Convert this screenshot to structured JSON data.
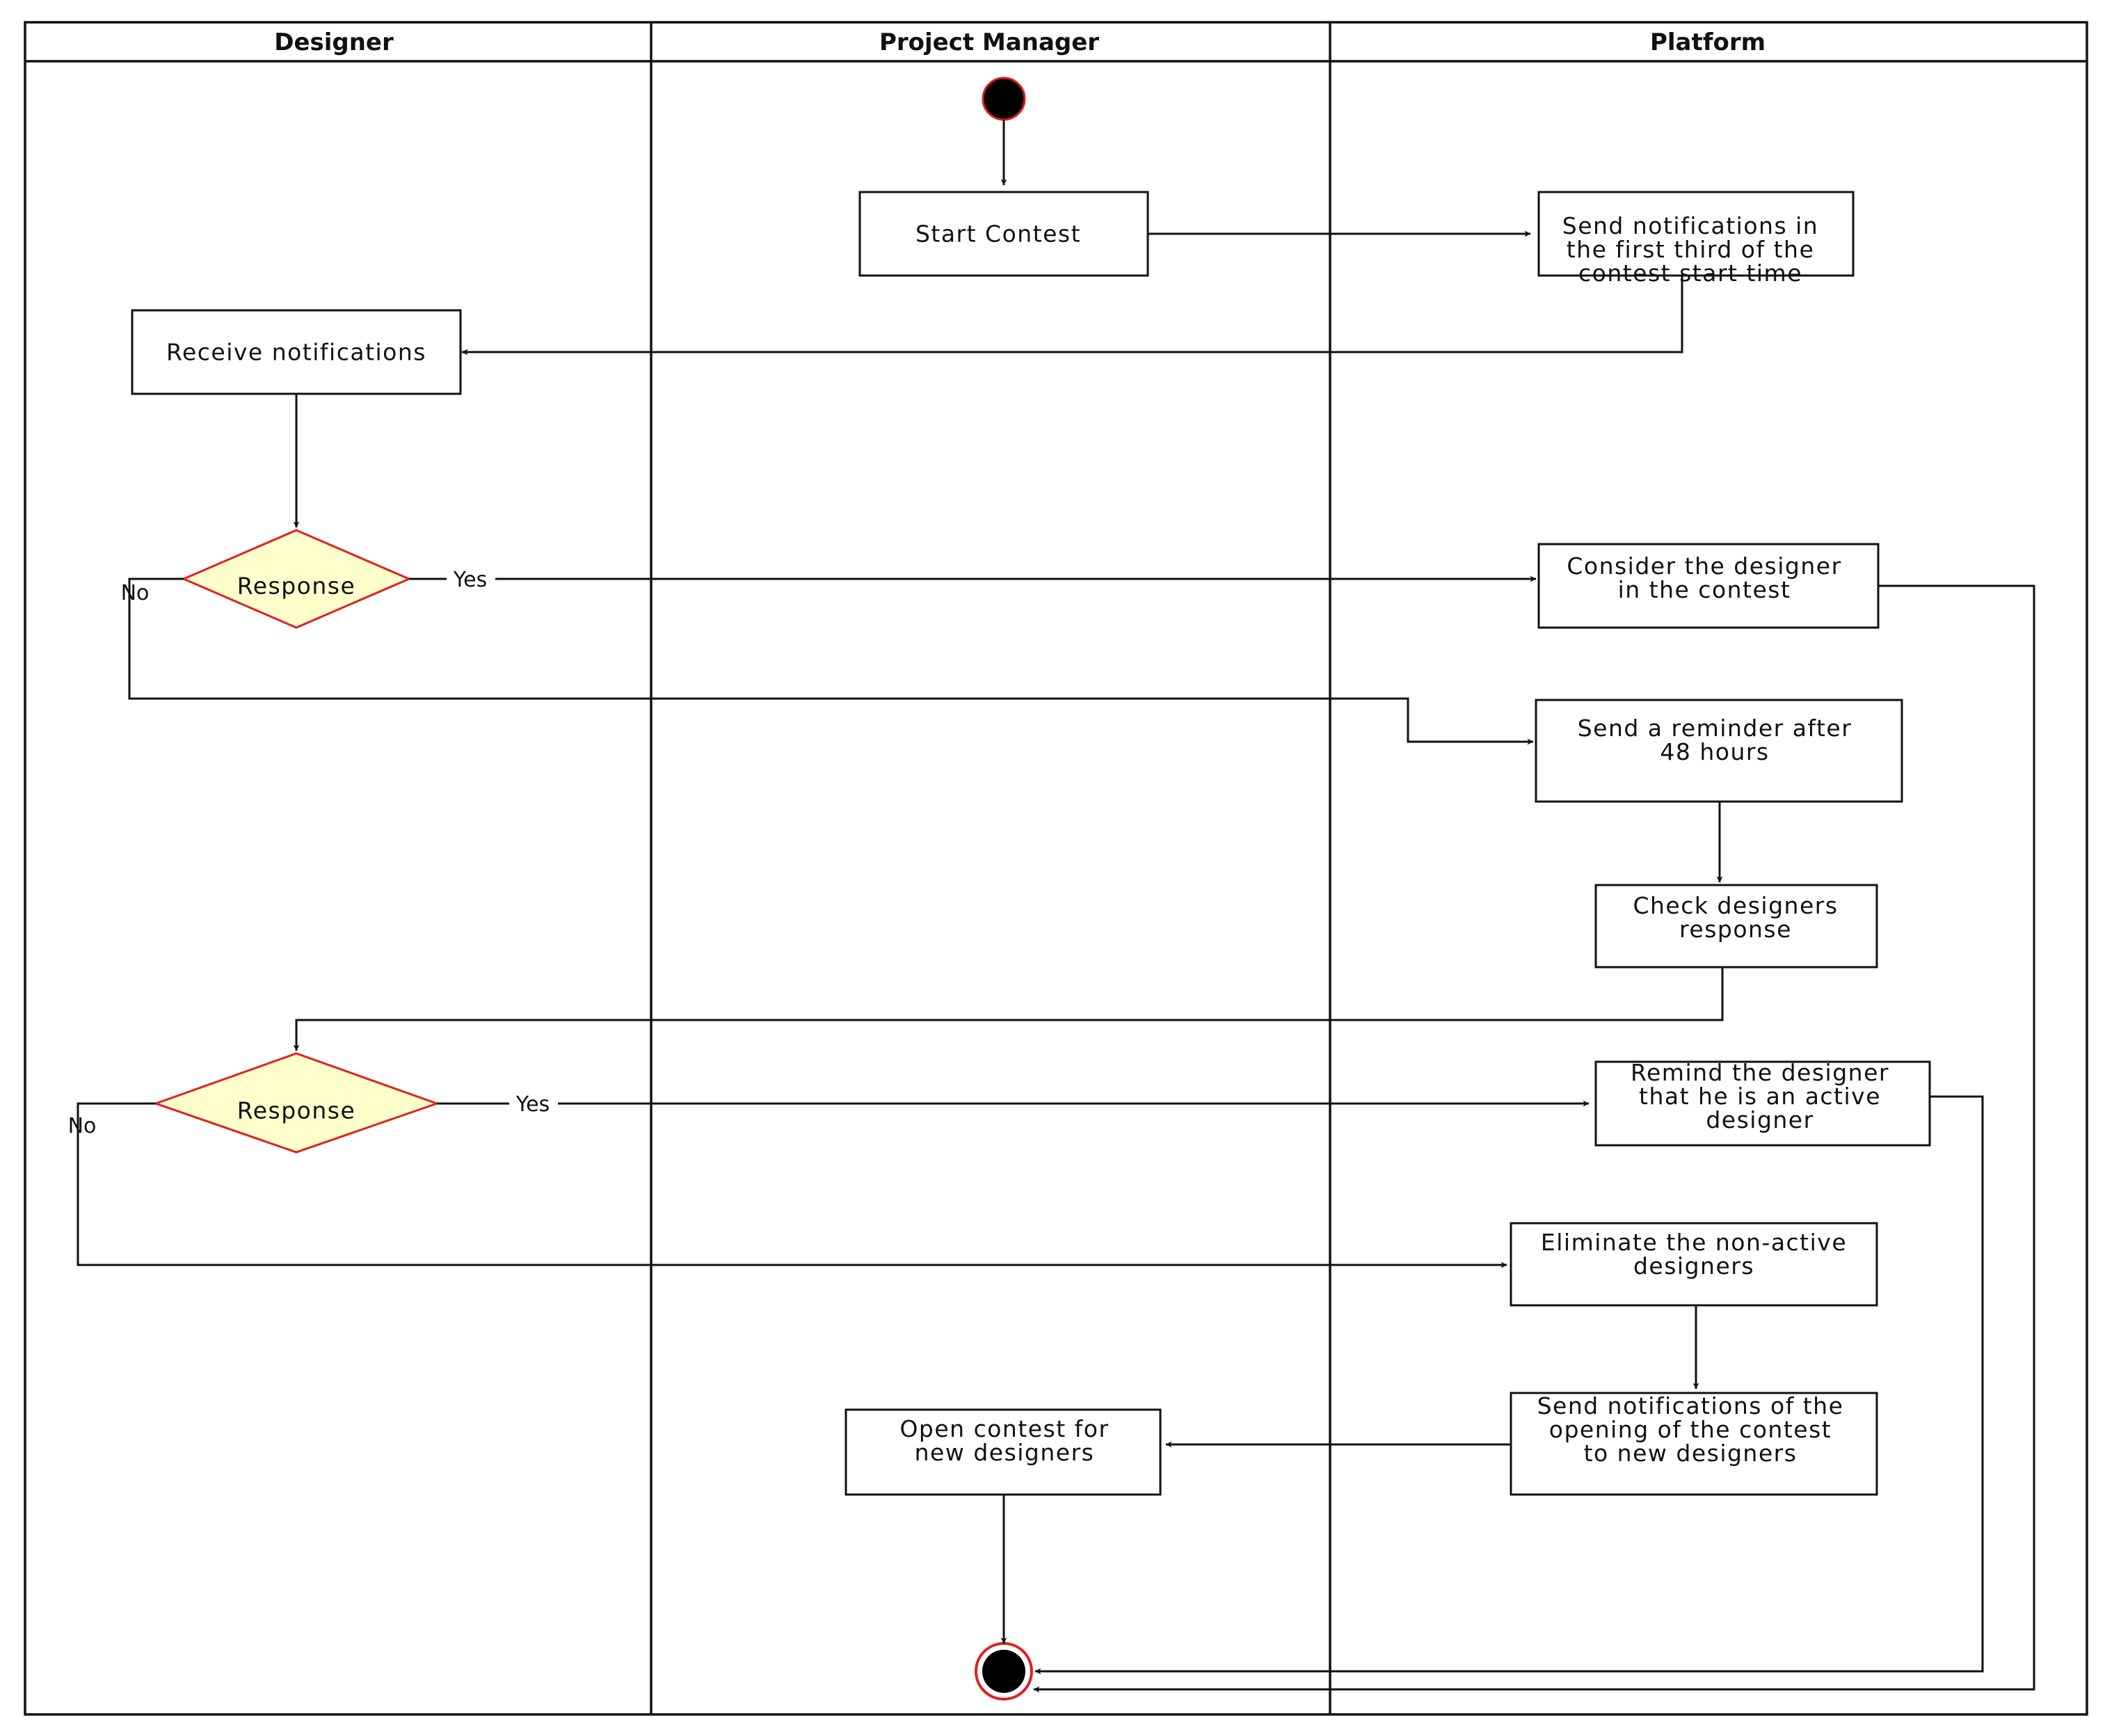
{
  "lanes": {
    "designer": "Designer",
    "project_manager": "Project Manager",
    "platform": "Platform"
  },
  "nodes": {
    "start_contest": [
      "Start Contest"
    ],
    "send_notifications_first_third": [
      "Send notifications in",
      "the first third of the",
      "contest start time"
    ],
    "receive_notifications": [
      "Receive notifications"
    ],
    "response_1": [
      "Response"
    ],
    "consider_designer": [
      "Consider the designer",
      "in the contest"
    ],
    "send_reminder_48h": [
      "Send a reminder after",
      "48 hours"
    ],
    "check_designers_response": [
      "Check designers",
      "response"
    ],
    "response_2": [
      "Response"
    ],
    "remind_active_designer": [
      "Remind the designer",
      "that he is an active",
      "designer"
    ],
    "eliminate_non_active": [
      "Eliminate the non-active",
      "designers"
    ],
    "send_notifications_opening": [
      "Send notifications of the",
      "opening of the contest",
      "to new designers"
    ],
    "open_contest_new": [
      "Open contest for",
      "new designers"
    ]
  },
  "edge_labels": {
    "yes_1": "Yes",
    "no_1": "No",
    "yes_2": "Yes",
    "no_2": "No"
  },
  "colors": {
    "decision_fill": "#ffffcc",
    "decision_stroke": "#e02020",
    "end_ring": "#e02020",
    "line": "#111111"
  }
}
